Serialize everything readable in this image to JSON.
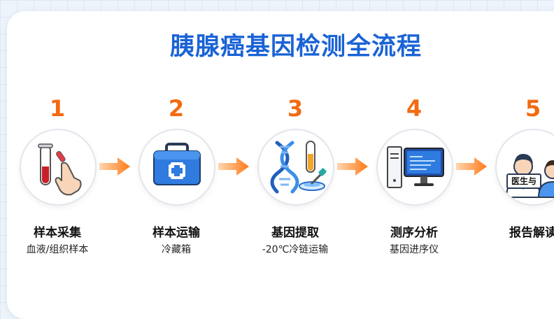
{
  "title": "胰腺癌基因检测全流程",
  "colors": {
    "accent_blue": "#1a63d6",
    "number_orange": "#f26a12",
    "arrow_orange": "#ff8a2a"
  },
  "steps": [
    {
      "number": "1",
      "label": "样本采集",
      "sub": "血液/组织样本",
      "icon": "test-tube-hand-icon"
    },
    {
      "number": "2",
      "label": "样本运输",
      "sub": "冷藏箱",
      "icon": "medical-cooler-icon"
    },
    {
      "number": "3",
      "label": "基因提取",
      "sub": "-20℃冷链运输",
      "icon": "dna-icon"
    },
    {
      "number": "4",
      "label": "测序分析",
      "sub": "基因进序仪",
      "icon": "computer-icon"
    },
    {
      "number": "5",
      "label": "报告解读",
      "sub": "",
      "icon": "doctor-patient-icon"
    }
  ],
  "step5_sign": "医生与"
}
